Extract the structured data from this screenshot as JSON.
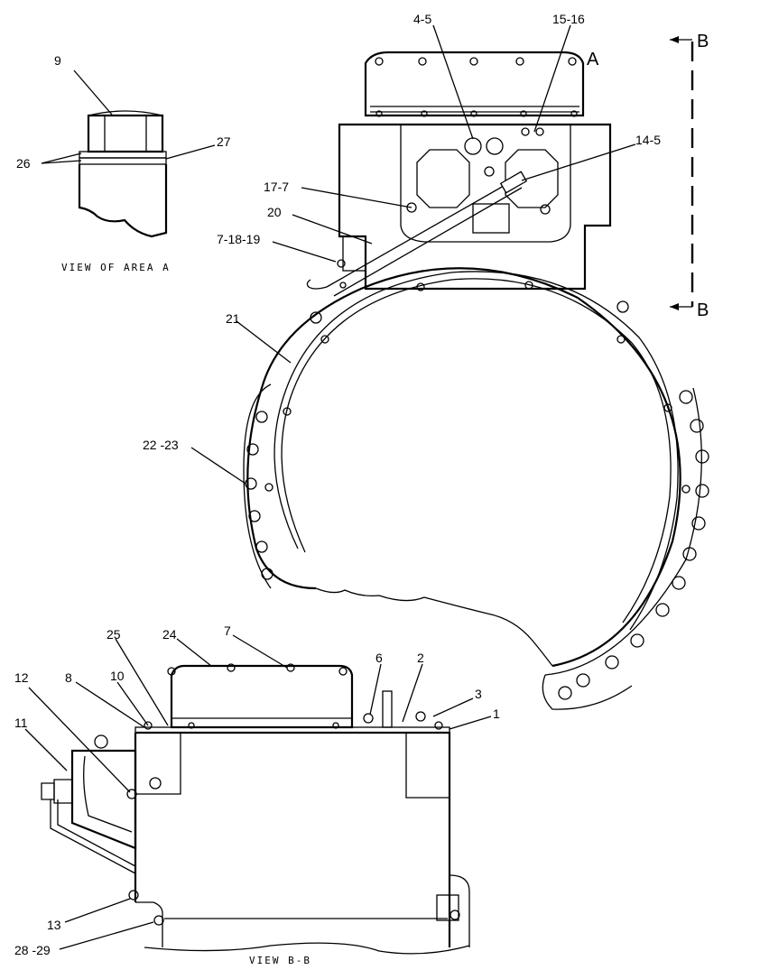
{
  "captions": {
    "view_area_a": "VIEW OF AREA A",
    "view_b_b": "VIEW B-B"
  },
  "section": {
    "top_letter": "B",
    "bottom_letter": "B",
    "area_letter": "A"
  },
  "callouts": {
    "c9": "9",
    "c26": "26",
    "c27": "27",
    "c4_5": "4-5",
    "c15_16": "15-16",
    "c14_5": "14-5",
    "c17_7": "17-7",
    "c20": "20",
    "c7_18_19": "7-18-19",
    "c21": "21",
    "c22_23": "22 -23",
    "c25": "25",
    "c24": "24",
    "c7": "7",
    "c6": "6",
    "c2": "2",
    "c3": "3",
    "c1": "1",
    "c12": "12",
    "c8": "8",
    "c10": "10",
    "c11": "11",
    "c13": "13",
    "c28_29": "28 -29"
  }
}
